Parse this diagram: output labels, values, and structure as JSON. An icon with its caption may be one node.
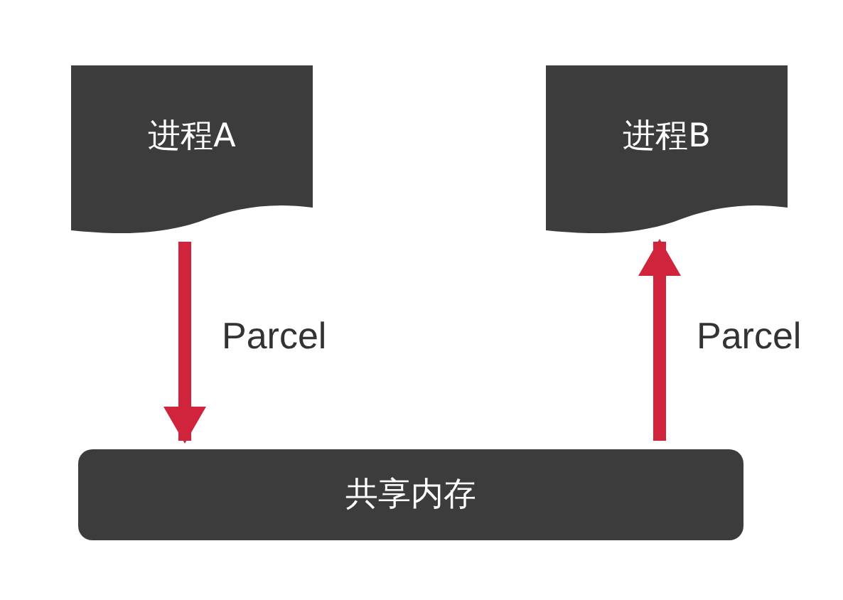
{
  "diagram": {
    "nodes": [
      {
        "text": [
          "进程A"
        ]
      },
      {
        "text": [
          "进程B"
        ]
      },
      {
        "text": [
          "共享内存"
        ]
      }
    ],
    "edges": [
      {
        "from": 0,
        "to": 2,
        "arrow": "to",
        "label": "Parcel"
      },
      {
        "from": 2,
        "to": 1,
        "arrow": "to",
        "label": "Parcel"
      }
    ]
  }
}
